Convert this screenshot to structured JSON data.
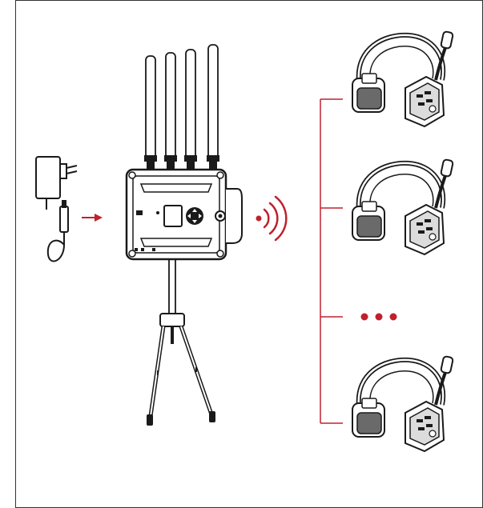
{
  "colors": {
    "accent": "#c0202e",
    "line_art": "#1a1a1a",
    "frame": "#333333",
    "background": "#ffffff"
  },
  "diagram": {
    "nodes": [
      {
        "id": "power-adapter",
        "icon": "power-adapter-icon"
      },
      {
        "id": "base-station",
        "icon": "base-station-icon"
      },
      {
        "id": "tripod",
        "icon": "tripod-icon"
      },
      {
        "id": "wireless-signal",
        "icon": "wireless-signal-icon"
      },
      {
        "id": "headset-1",
        "icon": "headset-icon"
      },
      {
        "id": "headset-2",
        "icon": "headset-icon"
      },
      {
        "id": "headset-more",
        "icon": "ellipsis-icon"
      },
      {
        "id": "headset-n",
        "icon": "headset-icon"
      }
    ],
    "edges": [
      {
        "from": "power-adapter",
        "to": "base-station"
      },
      {
        "from": "base-station",
        "to": "headset-1"
      },
      {
        "from": "base-station",
        "to": "headset-2"
      },
      {
        "from": "base-station",
        "to": "headset-more"
      },
      {
        "from": "base-station",
        "to": "headset-n"
      }
    ]
  }
}
